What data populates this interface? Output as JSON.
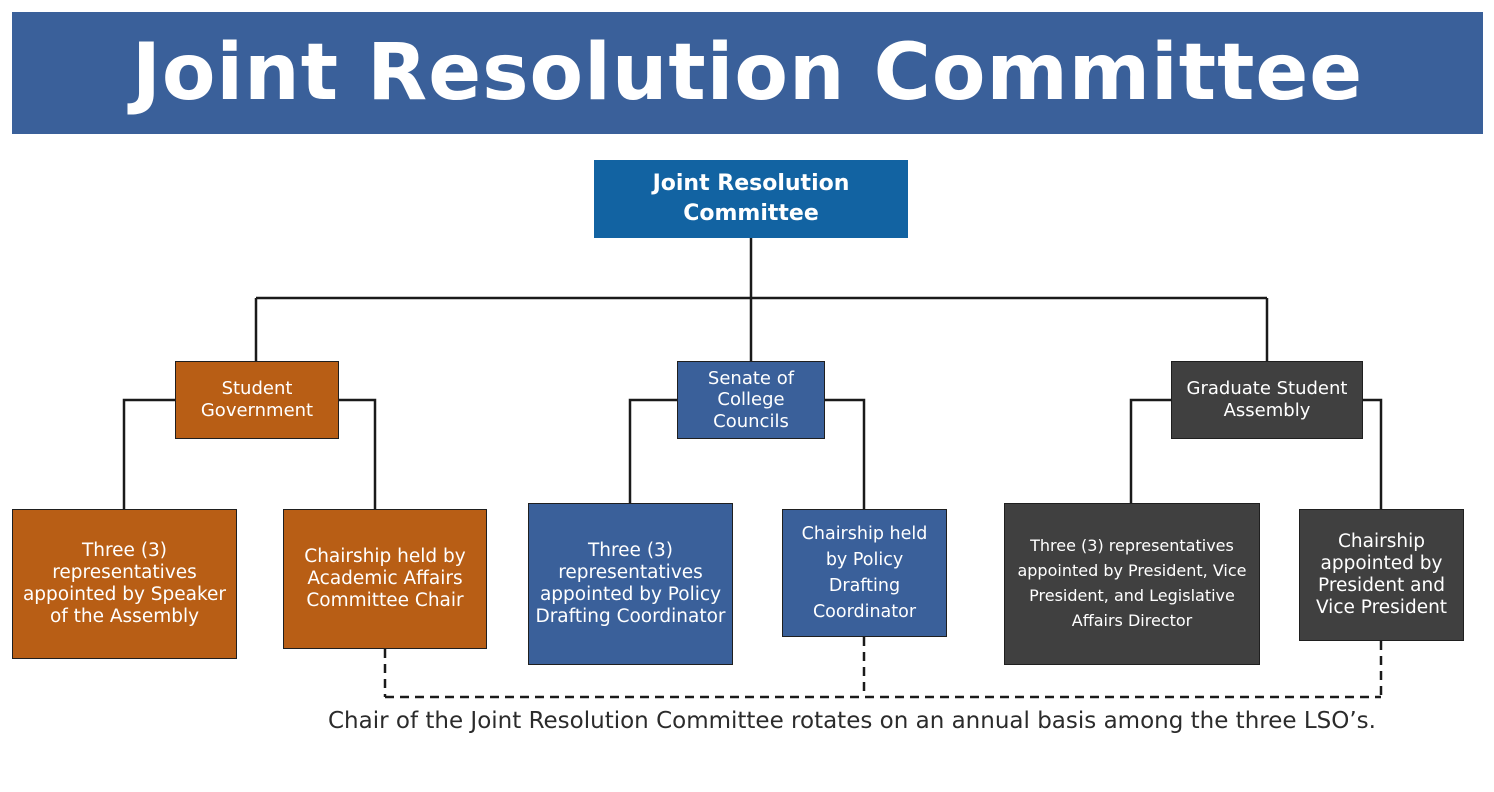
{
  "banner": {
    "title": "Joint Resolution Committee"
  },
  "chart": {
    "root": "Joint Resolution Committee",
    "branches": [
      {
        "name": "Student Government",
        "color": "#b85e15",
        "children": [
          "Three (3) representatives appointed by Speaker of the Assembly",
          "Chairship held by Academic Affairs Committee Chair"
        ]
      },
      {
        "name": "Senate of College Councils",
        "color": "#3a609a",
        "children": [
          "Three (3) representatives appointed by Policy Drafting Coordinator",
          "Chairship held by Policy Drafting Coordinator"
        ]
      },
      {
        "name": "Graduate Student Assembly",
        "color": "#404040",
        "children": [
          "Three (3) representatives appointed by President, Vice President, and Legislative Affairs Director",
          "Chairship appointed by President and Vice President"
        ]
      }
    ]
  },
  "note": "Chair of the Joint Resolution Committee rotates on an annual basis among the three LSO’s."
}
